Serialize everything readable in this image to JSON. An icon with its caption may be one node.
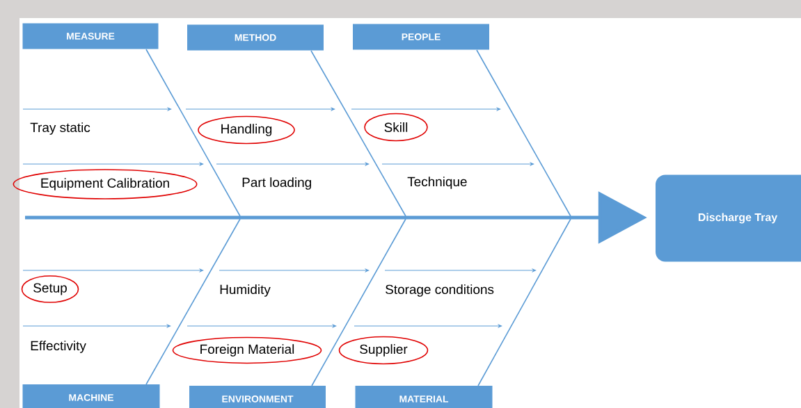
{
  "diagram": {
    "nodes": [
      {
        "text": [
          "MEASURE"
        ]
      },
      {
        "text": [
          "METHOD"
        ]
      },
      {
        "text": [
          "PEOPLE"
        ]
      },
      {
        "text": [
          "Handling"
        ]
      },
      {
        "text": [
          "Skill"
        ]
      },
      {
        "text": [
          "Equipment Calibration"
        ]
      },
      {
        "text": [
          "Discharge Tray"
        ]
      },
      {
        "text": [
          "Setup"
        ]
      },
      {
        "text": [
          "Foreign Material"
        ]
      },
      {
        "text": [
          "Supplier"
        ]
      },
      {
        "text": [
          "MACHINE"
        ]
      },
      {
        "text": [
          "ENVIRONMENT"
        ]
      },
      {
        "text": [
          "MATERIAL"
        ]
      }
    ],
    "edges": [
      {
        "from": 0,
        "to": null,
        "arrow": "none"
      },
      {
        "from": 1,
        "to": null,
        "arrow": "none"
      },
      {
        "from": 2,
        "to": null,
        "arrow": "none"
      },
      {
        "from": 10,
        "to": null,
        "arrow": "none"
      },
      {
        "from": 11,
        "to": null,
        "arrow": "none"
      },
      {
        "from": 12,
        "to": null,
        "arrow": "none"
      },
      {
        "from": null,
        "to": 6,
        "arrow": "to",
        "style": "thick"
      }
    ],
    "labels": [
      "Tray static",
      "Part loading",
      "Technique",
      "Humidity",
      "Storage conditions",
      "Effectivity"
    ]
  }
}
